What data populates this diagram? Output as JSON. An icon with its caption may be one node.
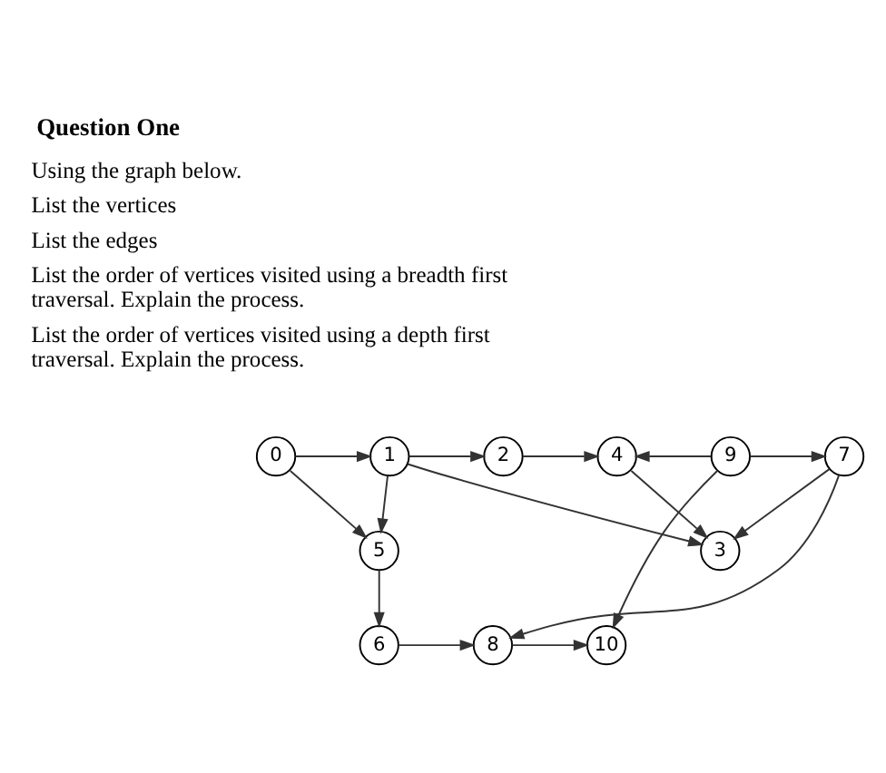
{
  "diagram": {
    "title": "Question One",
    "nodes": [
      {
        "text": [
          "0"
        ]
      },
      {
        "text": [
          "1"
        ]
      },
      {
        "text": [
          "2"
        ]
      },
      {
        "text": [
          "3"
        ]
      },
      {
        "text": [
          "4"
        ]
      },
      {
        "text": [
          "5"
        ]
      },
      {
        "text": [
          "6"
        ]
      },
      {
        "text": [
          "7"
        ]
      },
      {
        "text": [
          "8"
        ]
      },
      {
        "text": [
          "9"
        ]
      },
      {
        "text": [
          "10"
        ]
      }
    ],
    "edges": [
      {
        "from": 0,
        "to": 1,
        "arrow": "to"
      },
      {
        "from": 0,
        "to": 5,
        "arrow": "to"
      },
      {
        "from": 1,
        "to": 2,
        "arrow": "to"
      },
      {
        "from": 1,
        "to": 5,
        "arrow": "to"
      },
      {
        "from": 1,
        "to": 3,
        "arrow": "to"
      },
      {
        "from": 2,
        "to": 4,
        "arrow": "to"
      },
      {
        "from": 4,
        "to": 3,
        "arrow": "to"
      },
      {
        "from": 7,
        "to": 3,
        "arrow": "to"
      },
      {
        "from": 9,
        "to": 7,
        "arrow": "to"
      },
      {
        "from": 9,
        "to": 4,
        "arrow": "to"
      },
      {
        "from": 9,
        "to": 10,
        "arrow": "to"
      },
      {
        "from": 7,
        "to": 8,
        "arrow": "to"
      },
      {
        "from": 5,
        "to": 6,
        "arrow": "to"
      },
      {
        "from": 6,
        "to": 8,
        "arrow": "to"
      },
      {
        "from": 8,
        "to": 10,
        "arrow": "to"
      }
    ],
    "labels": [
      "Using the graph below.",
      "List the vertices",
      "List the edges",
      "List the order of vertices visited using a breadth first traversal. Explain the process.",
      "List the order of vertices visited using a depth first traversal. Explain the process."
    ]
  }
}
